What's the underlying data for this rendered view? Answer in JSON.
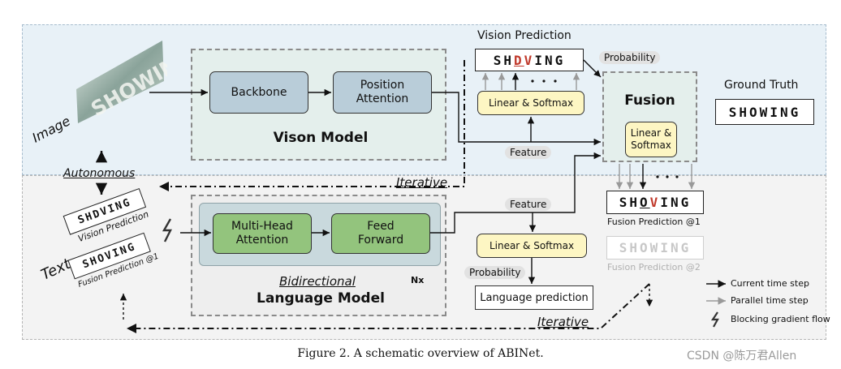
{
  "diagram": {
    "vision_prediction_label": "Vision Prediction",
    "vision_prediction_word": [
      "S",
      "H",
      "D",
      "V",
      "I",
      "N",
      "G"
    ],
    "vision_prediction_red": [
      2,
      3
    ],
    "probability_top": "Probability",
    "linear_softmax_top": "Linear & Softmax",
    "feature_top": "Feature",
    "backbone": "Backbone",
    "position_attention_l1": "Position",
    "position_attention_l2": "Attention",
    "vision_model": "Vison Model",
    "fusion_title": "Fusion",
    "fusion_linear_l1": "Linear &",
    "fusion_linear_l2": "Softmax",
    "ground_truth_label": "Ground Truth",
    "ground_truth_word": "SHOWING",
    "image_label": "Image",
    "image_text": "SHOWING",
    "autonomous": "Autonomous",
    "iterative_top": "Iterative",
    "iterative_bottom": "Iterative",
    "feature_bottom": "Feature",
    "linear_softmax_bottom": "Linear & Softmax",
    "probability_bottom": "Probability",
    "language_prediction": "Language prediction",
    "multi_head_l1": "Multi-Head",
    "multi_head_l2": "Attention",
    "feed_forward_l1": "Feed",
    "feed_forward_l2": "Forward",
    "bidirectional": "Bidirectional",
    "nx": "Nx",
    "language_model": "Language Model",
    "fusion_pred1_word": [
      "S",
      "H",
      "O",
      "V",
      "I",
      "N",
      "G"
    ],
    "fusion_pred1_red": [
      3
    ],
    "fusion_pred1_label": "Fusion Prediction @1",
    "fusion_pred2_word": "SHOWING",
    "fusion_pred2_label": "Fusion Prediction @2",
    "text_label": "Text",
    "text_vision_word": "SHDVING",
    "text_vision_label": "Vision  Prediction",
    "text_fusion_word": "SHOVING",
    "text_fusion_label": "Fusion Prediction @1",
    "legend": {
      "current": "Current time step",
      "parallel": "Parallel time step",
      "blocking": "Blocking gradient flow"
    },
    "caption": "Figure 2. A schematic overview of ABINet.",
    "watermark": "CSDN @陈万君Allen"
  },
  "colors": {
    "vision_block": "#b9cdd9",
    "language_block": "#93c47d",
    "softmax_block": "#fdf6c3",
    "highlight_red": "#c0392b"
  }
}
